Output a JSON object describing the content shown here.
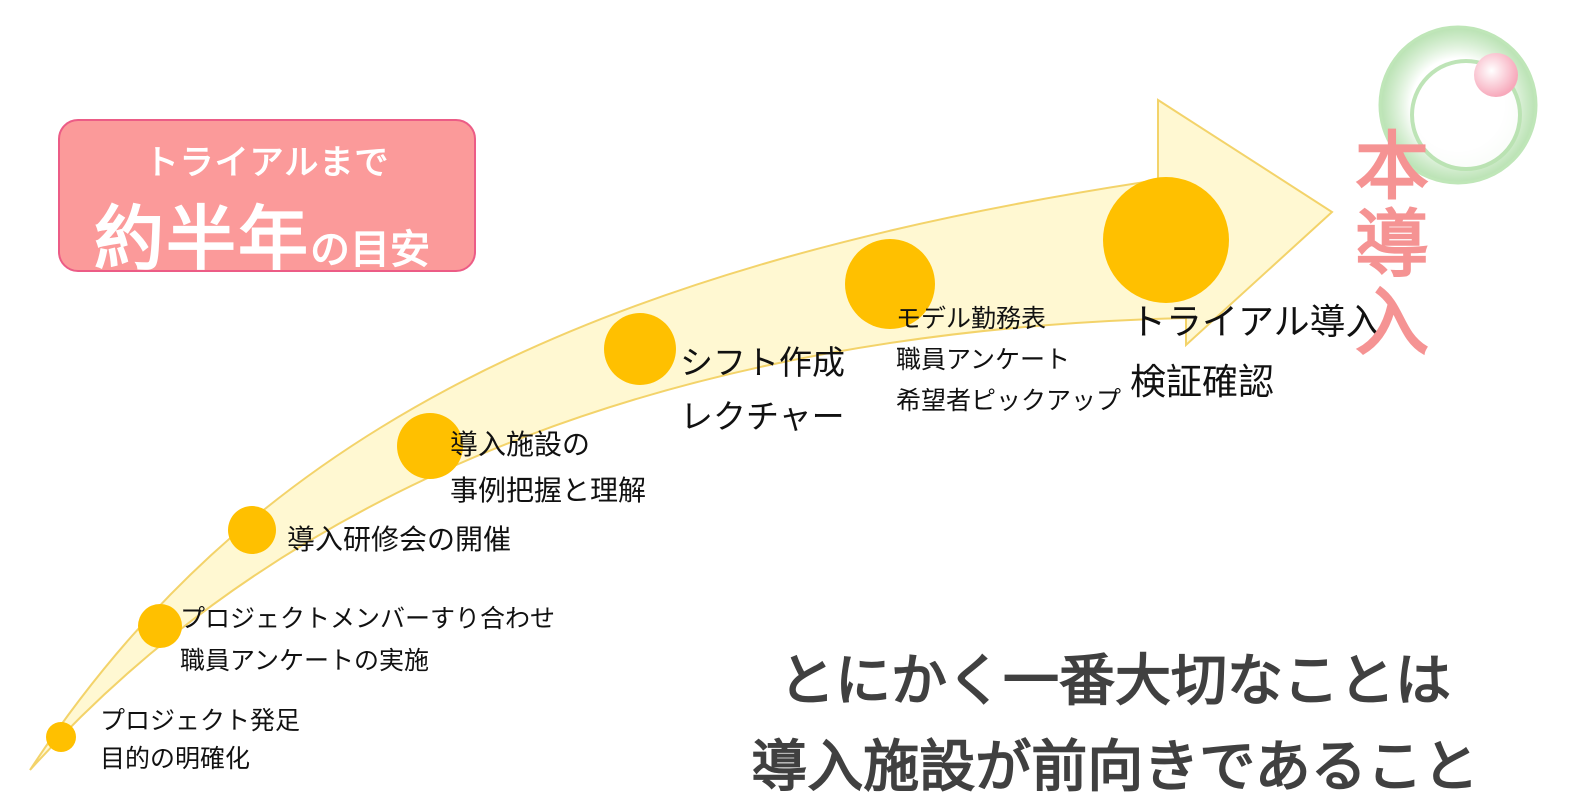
{
  "badge": {
    "line1": "トライアルまで",
    "big": "約半年",
    "small": "の目安"
  },
  "steps": [
    {
      "lines": [
        "プロジェクト発足",
        "目的の明確化"
      ]
    },
    {
      "lines": [
        "プロジェクトメンバーすり合わせ",
        "職員アンケートの実施"
      ]
    },
    {
      "lines": [
        "導入研修会の開催"
      ]
    },
    {
      "lines": [
        "導入施設の",
        "事例把握と理解"
      ]
    },
    {
      "lines": [
        "シフト作成",
        "レクチャー"
      ]
    },
    {
      "lines": [
        "モデル勤務表",
        "職員アンケート",
        "希望者ピックアップ"
      ]
    },
    {
      "lines": [
        "トライアル導入",
        "検証確認"
      ]
    }
  ],
  "goal": "本導入",
  "message": {
    "line1": "とにかく一番大切なことは",
    "line2": "導入施設が前向きであること"
  },
  "colors": {
    "arrow_fill": "#fff8d2",
    "arrow_stroke": "#f3d36a",
    "dot": "#ffc000",
    "badge_fill": "#fb9a9a",
    "badge_border": "#ec5c86",
    "goal_text": "#f59393",
    "message_text": "#404040",
    "logo_green": "#a8dba0",
    "logo_pink": "#f7b0c0"
  }
}
